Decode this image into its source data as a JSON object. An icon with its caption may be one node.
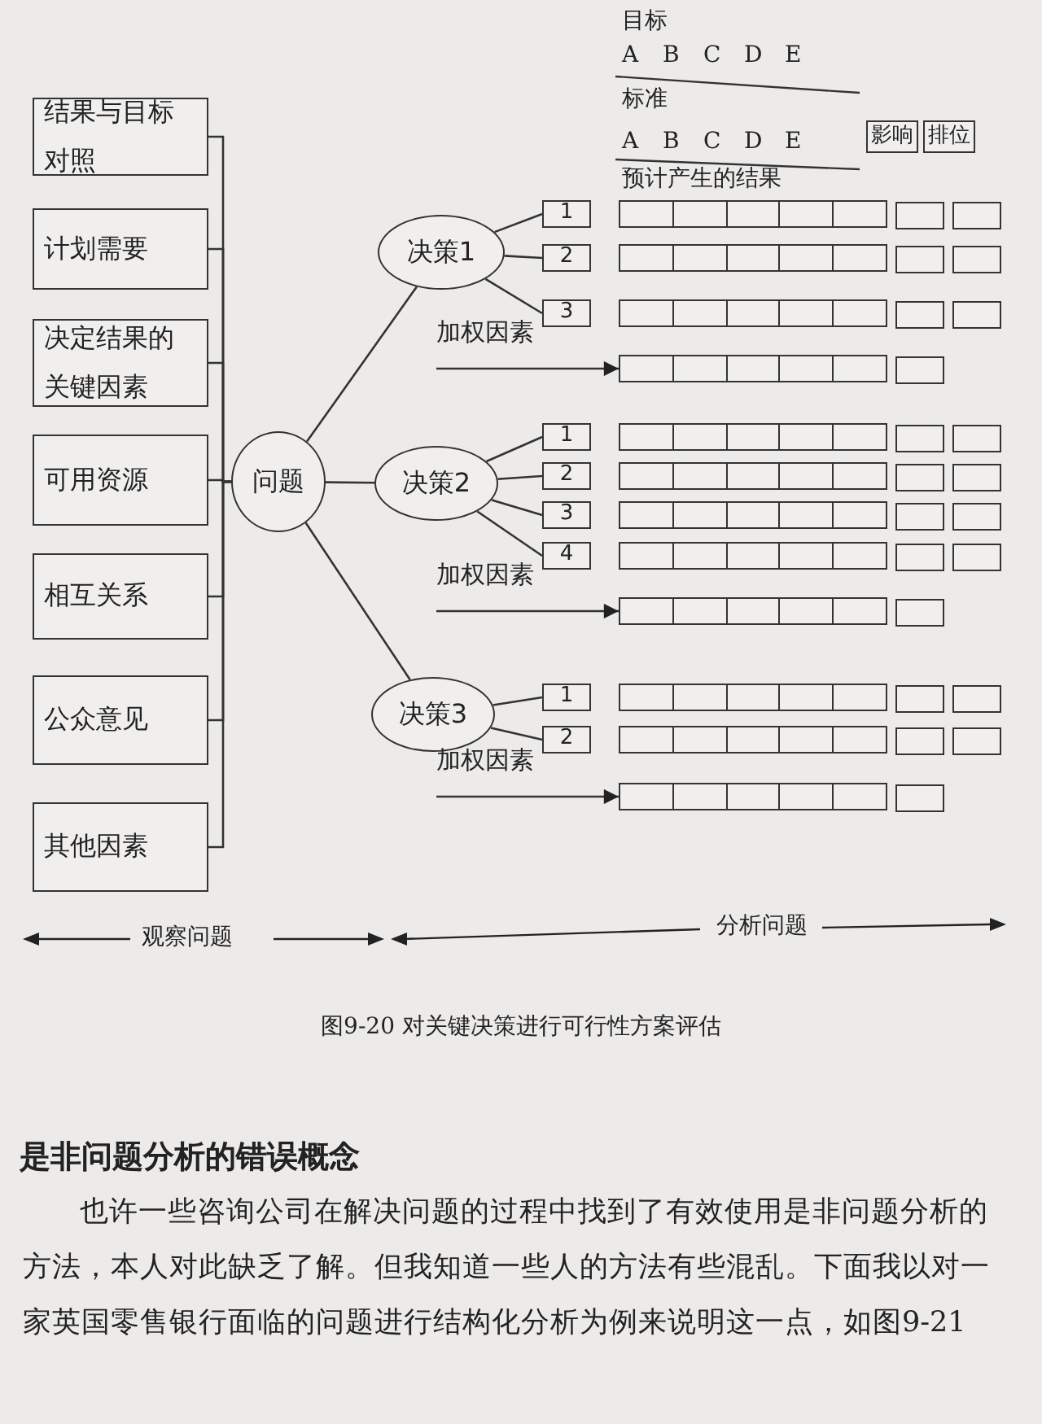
{
  "diagram": {
    "caption": "图9-20 对关键决策进行可行性方案评估",
    "nodes": [
      {
        "text": [
          "结果与目标对照"
        ]
      },
      {
        "text": [
          "计划需要"
        ]
      },
      {
        "text": [
          "决定结果的关键因素"
        ]
      },
      {
        "text": [
          "可用资源"
        ]
      },
      {
        "text": [
          "相互关系"
        ]
      },
      {
        "text": [
          "公众意见"
        ]
      },
      {
        "text": [
          "其他因素"
        ]
      },
      {
        "text": [
          "问题"
        ]
      },
      {
        "text": [
          "决策1"
        ]
      },
      {
        "text": [
          "决策2"
        ]
      },
      {
        "text": [
          "决策3"
        ]
      },
      {
        "text": [
          "1"
        ]
      },
      {
        "text": [
          "2"
        ]
      },
      {
        "text": [
          "3"
        ]
      },
      {
        "text": [
          "1"
        ]
      },
      {
        "text": [
          "2"
        ]
      },
      {
        "text": [
          "3"
        ]
      },
      {
        "text": [
          "4"
        ]
      },
      {
        "text": [
          "1"
        ]
      },
      {
        "text": [
          "2"
        ]
      },
      {
        "text": [],
        "shape": "box"
      },
      {
        "text": [],
        "shape": "box"
      },
      {
        "text": [],
        "shape": "box"
      },
      {
        "text": [
          "影响"
        ]
      },
      {
        "text": [
          "排位"
        ]
      }
    ],
    "edges": [
      {
        "from": 0,
        "to": 7,
        "arrow": "none"
      },
      {
        "from": 1,
        "to": 7,
        "arrow": "none"
      },
      {
        "from": 2,
        "to": 7,
        "arrow": "none"
      },
      {
        "from": 3,
        "to": 7,
        "arrow": "none"
      },
      {
        "from": 4,
        "to": 7,
        "arrow": "none"
      },
      {
        "from": 5,
        "to": 7,
        "arrow": "none"
      },
      {
        "from": 6,
        "to": 7,
        "arrow": "none"
      },
      {
        "from": 7,
        "to": 8,
        "arrow": "none"
      },
      {
        "from": 7,
        "to": 9,
        "arrow": "none"
      },
      {
        "from": 7,
        "to": 10,
        "arrow": "none"
      },
      {
        "from": 8,
        "to": 11,
        "arrow": "none"
      },
      {
        "from": 8,
        "to": 12,
        "arrow": "none"
      },
      {
        "from": 8,
        "to": 13,
        "arrow": "none"
      },
      {
        "from": 9,
        "to": 14,
        "arrow": "none"
      },
      {
        "from": 9,
        "to": 15,
        "arrow": "none"
      },
      {
        "from": 9,
        "to": 16,
        "arrow": "none"
      },
      {
        "from": 9,
        "to": 17,
        "arrow": "none"
      },
      {
        "from": 10,
        "to": 18,
        "arrow": "none"
      },
      {
        "from": 10,
        "to": 19,
        "arrow": "none"
      },
      {
        "from": null,
        "to": 20,
        "arrow": "to",
        "label": "加权因素"
      },
      {
        "from": null,
        "to": 21,
        "arrow": "to",
        "label": "加权因素"
      },
      {
        "from": null,
        "to": 22,
        "arrow": "to",
        "label": "加权因素"
      }
    ],
    "labels": [
      "目标",
      "A",
      "B",
      "C",
      "D",
      "E",
      "标准",
      "A",
      "B",
      "C",
      "D",
      "E",
      "预计产生的结果",
      "观察问题",
      "分析问题",
      "是非问题分析的错误概念",
      "也许一些咨询公司在解决问题的过程中找到了有效使用是非问题分析的方法，本人对此缺乏了解。但我知道一些人的方法有些混乱。下面我以对一家英国零售银行面临的问题进行结构化分析为例来说明这一点，如图9-21"
    ]
  }
}
